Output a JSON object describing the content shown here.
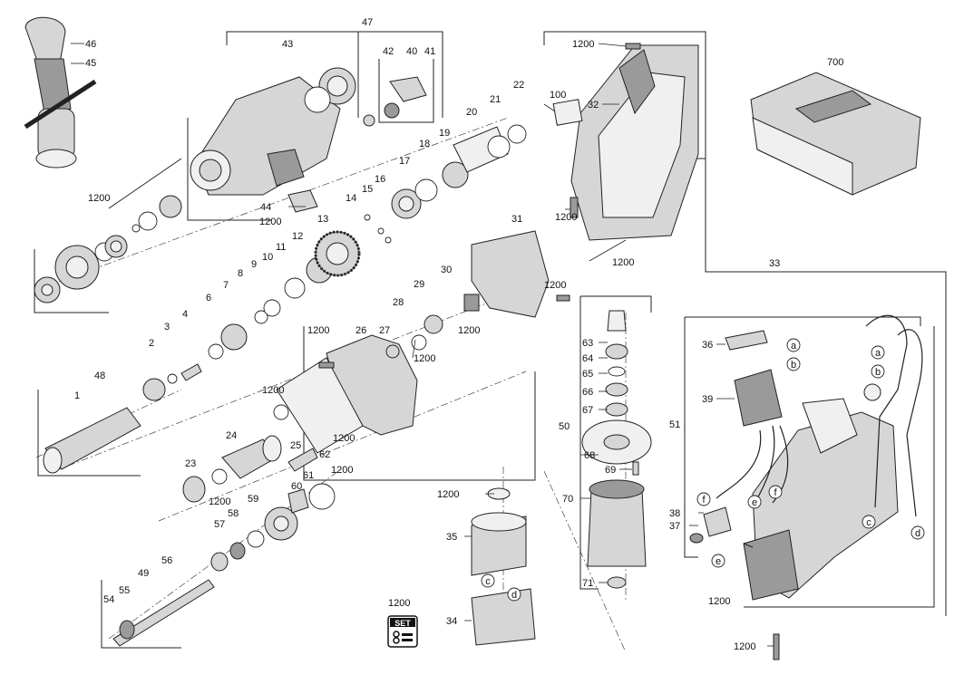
{
  "labels": {
    "p1": "1",
    "p2": "2",
    "p3": "3",
    "p4": "4",
    "p6": "6",
    "p7": "7",
    "p8": "8",
    "p9": "9",
    "p10": "10",
    "p11": "11",
    "p12": "12",
    "p13": "13",
    "p14": "14",
    "p15": "15",
    "p16": "16",
    "p17": "17",
    "p18": "18",
    "p19": "19",
    "p20": "20",
    "p21": "21",
    "p22": "22",
    "p23": "23",
    "p24": "24",
    "p25": "25",
    "p26": "26",
    "p27": "27",
    "p28": "28",
    "p29": "29",
    "p30": "30",
    "p31": "31",
    "p32": "32",
    "p33": "33",
    "p34": "34",
    "p35": "35",
    "p36": "36",
    "p37": "37",
    "p38": "38",
    "p39": "39",
    "p40": "40",
    "p41": "41",
    "p42": "42",
    "p43": "43",
    "p44": "44",
    "p45": "45",
    "p46": "46",
    "p47": "47",
    "p48": "48",
    "p49": "49",
    "p50": "50",
    "p51": "51",
    "p54": "54",
    "p55": "55",
    "p56": "56",
    "p57": "57",
    "p58": "58",
    "p59": "59",
    "p60": "60",
    "p61": "61",
    "p62": "62",
    "p63": "63",
    "p64": "64",
    "p65": "65",
    "p66": "66",
    "p67": "67",
    "p68": "68",
    "p69": "69",
    "p70": "70",
    "p71": "71",
    "p100": "100",
    "p700": "700",
    "p1200": "1200"
  },
  "wire_letters": {
    "a": "a",
    "b": "b",
    "c": "c",
    "d": "d",
    "e": "e",
    "f": "f"
  },
  "set_icon": {
    "title": "1200",
    "badge": "SET"
  }
}
